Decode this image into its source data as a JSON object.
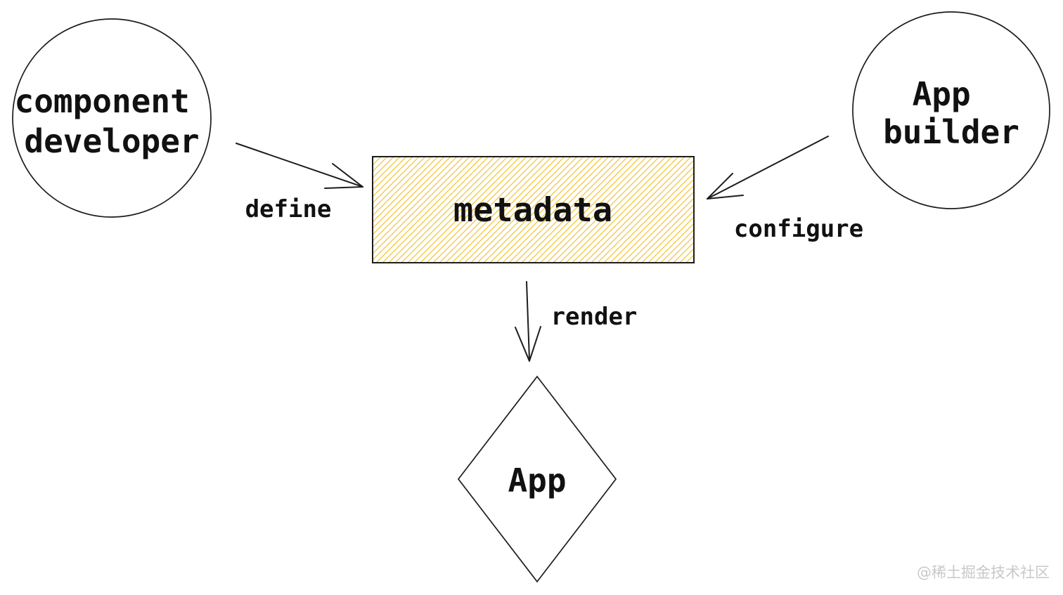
{
  "diagram": {
    "nodes": {
      "component_developer": {
        "shape": "circle",
        "line1": "component",
        "line2": "developer"
      },
      "app_builder": {
        "shape": "circle",
        "line1": "App",
        "line2": "builder"
      },
      "metadata": {
        "shape": "rectangle",
        "fill_style": "hatched",
        "label": "metadata"
      },
      "app": {
        "shape": "diamond",
        "label": "App"
      }
    },
    "edges": [
      {
        "from": "component_developer",
        "to": "metadata",
        "label": "define"
      },
      {
        "from": "app_builder",
        "to": "metadata",
        "label": "configure"
      },
      {
        "from": "metadata",
        "to": "app",
        "label": "render"
      }
    ]
  },
  "colors": {
    "stroke": "#1c1c1c",
    "hatch": "#f2c53d",
    "background": "#ffffff",
    "watermark": "#c8c8c8"
  },
  "watermark": {
    "text": "@稀土掘金技术社区"
  }
}
